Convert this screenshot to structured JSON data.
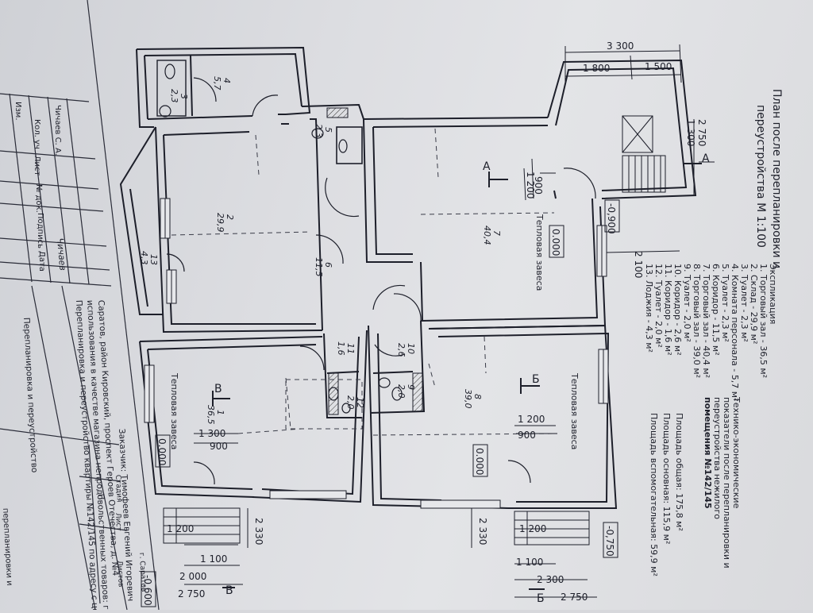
{
  "title": {
    "line1": "План после перепланировки и",
    "line2": "переустройства М 1:100"
  },
  "explication": {
    "heading": "Экспликация",
    "items": [
      "1. Торговый зал - 36,5 м²",
      "2. Склад - 29,9 м²",
      "3. Туалет - 2,3 м²",
      "4. Комната персонала - 5,7 м²",
      "5. Туалет - 2,3 м²",
      "6. Коридор - 11,5 м²",
      "7. Торговый зал - 40,4 м²",
      "8. Торговый зал - 39,0 м²",
      "9. Туалет - 2,0 м²",
      "10. Коридор - 2,6 м²",
      "11. Коридор - 1,6 м²",
      "12. Туалет - 2,0 м²",
      "13. Лоджия - 4,3 м²"
    ]
  },
  "indicators": {
    "heading": [
      "Технико-экономические",
      "показатели после перепланировки и",
      "переустройства нежилого",
      "помещения №142/145"
    ],
    "total": "Площадь общая: 175,8 м²",
    "main": "Площадь основная: 115,9 м²",
    "aux": "Площадь вспомогательная: 59,9 м²"
  },
  "customer": "Заказчик: Тимофеев Евгений Игоревич",
  "project": [
    "Перепланировка и переустройство квартиры №142/145 по адресу с целью",
    "использования в качестве магазина непродовольственных товаров: г.",
    "Саратов, район Кировский, проспект Героев Отечества, д. №4"
  ],
  "city": "г. Саратов",
  "stamp": {
    "stage": "Стадия",
    "sheet": "Лист",
    "sheets": "Листов",
    "stage_value": "П",
    "bottom_title": "Перепланировка и переустройство",
    "bottom_title2": "перепланировки и",
    "rev_headers": [
      "Изм.",
      "Кол. уч",
      "Лист",
      "№ док.",
      "Подпись",
      "Дата"
    ],
    "author": "Чичаев С. А.",
    "signature": "Чичаев"
  },
  "dimensions": {
    "d3300": "3 300",
    "d1800": "1 800",
    "d1500": "1 500",
    "d2750_a": "2 750",
    "d1300_a": "1 300",
    "d900_a": "900",
    "d1200_a": "1 200",
    "d2100": "2 100",
    "d1200_b": "1 200",
    "d900_b": "900",
    "d1300_b": "1 300",
    "d900_c": "900",
    "d1200_c": "1 200",
    "d2330_a": "2 330",
    "d2330_b": "2 330",
    "d1100_a": "1 100",
    "d2000": "2 000",
    "d2750_b": "2 750",
    "d1100_b": "1 100",
    "d2300": "2 300",
    "d2750_c": "2 750",
    "d1200_d": "1 200"
  },
  "levels": {
    "l0900": "-0,900",
    "l0000_a": "0.000",
    "l0000_b": "0.000",
    "l0000_c": "0.000",
    "l0750": "-0,750",
    "l0600": "-0,600"
  },
  "sections": {
    "a": "А",
    "b": "Б",
    "v": "В"
  },
  "curtains": {
    "c1": "Тепловая завеса",
    "c2": "Тепловая завеса",
    "c3": "Тепловая завеса"
  },
  "rooms": [
    {
      "num": "1",
      "area": "36,5"
    },
    {
      "num": "2",
      "area": "29,9"
    },
    {
      "num": "3",
      "area": "2,3"
    },
    {
      "num": "4",
      "area": "5,7"
    },
    {
      "num": "5",
      "area": "2,3"
    },
    {
      "num": "6",
      "area": "11,5"
    },
    {
      "num": "7",
      "area": "40,4"
    },
    {
      "num": "8",
      "area": "39,0"
    },
    {
      "num": "9",
      "area": "2,0"
    },
    {
      "num": "10",
      "area": "2,6"
    },
    {
      "num": "11",
      "area": "1,6"
    },
    {
      "num": "12",
      "area": "2,0"
    },
    {
      "num": "13",
      "area": "4,3"
    }
  ]
}
